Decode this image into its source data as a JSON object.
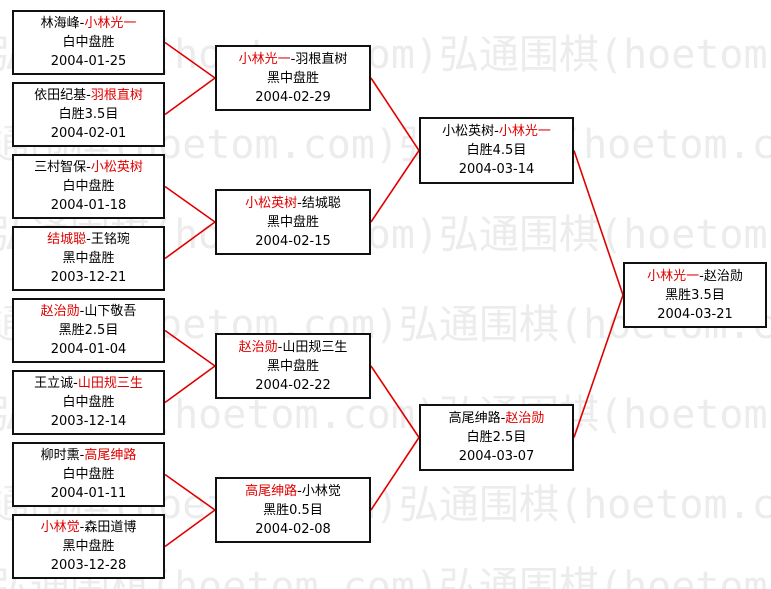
{
  "watermark_text": "弘通围棋(hoetom.com)",
  "colors": {
    "winner": "#e00000",
    "connector": "#e00000",
    "border": "#111111",
    "watermark": "#ececec"
  },
  "matches": [
    {
      "id": "r1m1",
      "p1": "林海峰",
      "p2": "小林光一",
      "winner": 2,
      "result": "白中盘胜",
      "date": "2004-01-25"
    },
    {
      "id": "r1m2",
      "p1": "依田纪基",
      "p2": "羽根直树",
      "winner": 2,
      "result": "白胜3.5目",
      "date": "2004-02-01"
    },
    {
      "id": "r1m3",
      "p1": "三村智保",
      "p2": "小松英树",
      "winner": 2,
      "result": "白中盘胜",
      "date": "2004-01-18"
    },
    {
      "id": "r1m4",
      "p1": "结城聪",
      "p2": "王铭琬",
      "winner": 1,
      "result": "黑中盘胜",
      "date": "2003-12-21"
    },
    {
      "id": "r1m5",
      "p1": "赵治勋",
      "p2": "山下敬吾",
      "winner": 1,
      "result": "黑胜2.5目",
      "date": "2004-01-04"
    },
    {
      "id": "r1m6",
      "p1": "王立诚",
      "p2": "山田规三生",
      "winner": 2,
      "result": "白中盘胜",
      "date": "2003-12-14"
    },
    {
      "id": "r1m7",
      "p1": "柳时熏",
      "p2": "高尾绅路",
      "winner": 2,
      "result": "白中盘胜",
      "date": "2004-01-11"
    },
    {
      "id": "r1m8",
      "p1": "小林觉",
      "p2": "森田道博",
      "winner": 1,
      "result": "黑中盘胜",
      "date": "2003-12-28"
    },
    {
      "id": "r2m1",
      "p1": "小林光一",
      "p2": "羽根直树",
      "winner": 1,
      "result": "黑中盘胜",
      "date": "2004-02-29"
    },
    {
      "id": "r2m2",
      "p1": "小松英树",
      "p2": "结城聪",
      "winner": 1,
      "result": "黑中盘胜",
      "date": "2004-02-15"
    },
    {
      "id": "r2m3",
      "p1": "赵治勋",
      "p2": "山田规三生",
      "winner": 1,
      "result": "黑中盘胜",
      "date": "2004-02-22"
    },
    {
      "id": "r2m4",
      "p1": "高尾绅路",
      "p2": "小林觉",
      "winner": 1,
      "result": "黑胜0.5目",
      "date": "2004-02-08"
    },
    {
      "id": "r3m1",
      "p1": "小松英树",
      "p2": "小林光一",
      "winner": 2,
      "result": "白胜4.5目",
      "date": "2004-03-14"
    },
    {
      "id": "r3m2",
      "p1": "高尾绅路",
      "p2": "赵治勋",
      "winner": 2,
      "result": "白胜2.5目",
      "date": "2004-03-07"
    },
    {
      "id": "final",
      "p1": "小林光一",
      "p2": "赵治勋",
      "winner": 1,
      "result": "黑胜3.5目",
      "date": "2004-03-21"
    }
  ]
}
